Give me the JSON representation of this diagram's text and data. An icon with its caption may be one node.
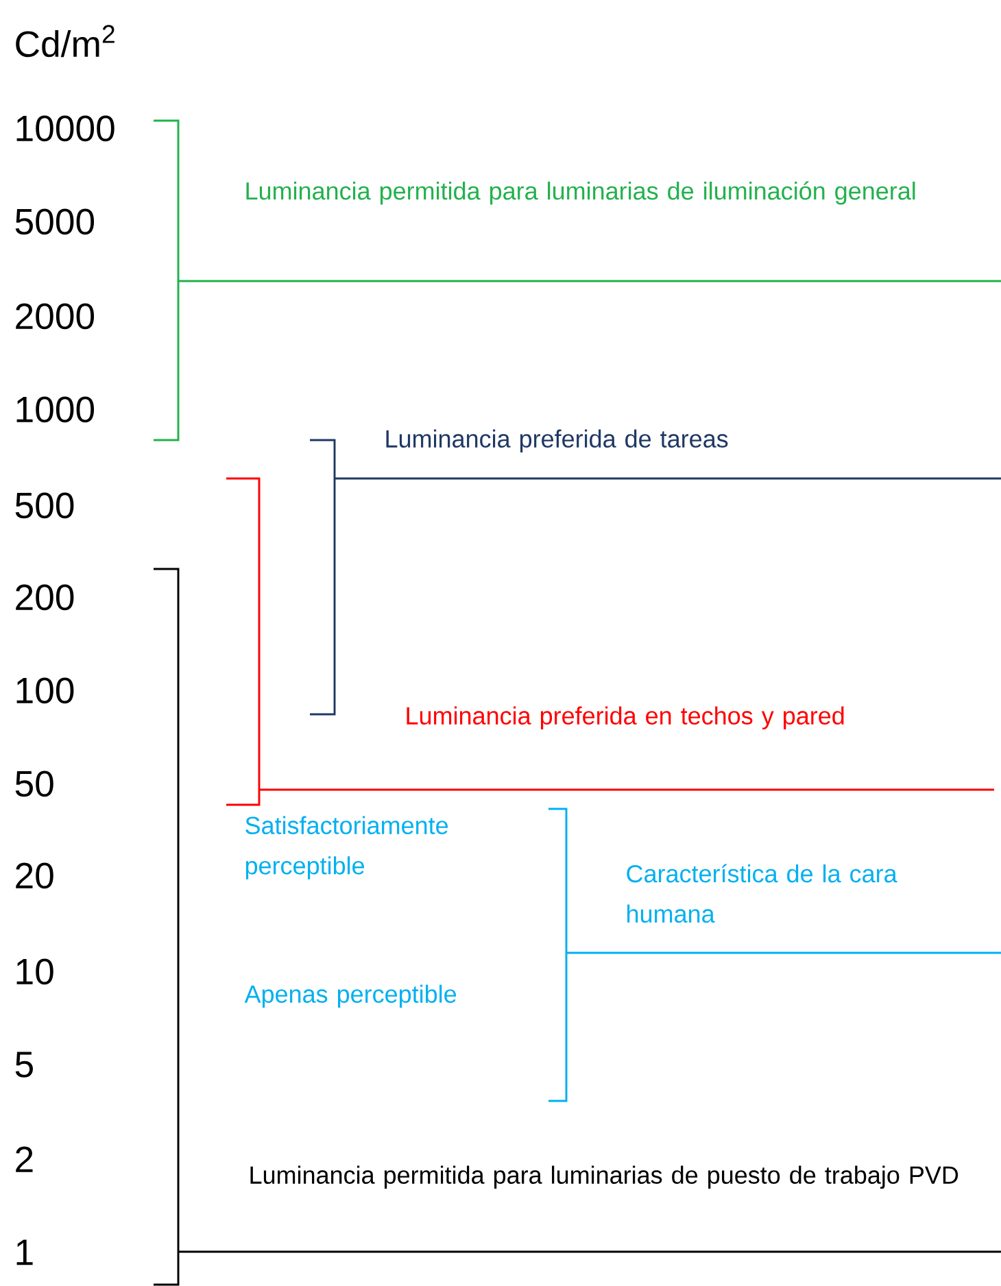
{
  "diagram": {
    "labels": [
      "Cd/m$^{2}$",
      "10000",
      "Luminancia permitida para luminarias de iluminación general",
      "5000",
      "2000",
      "1000",
      "Luminancia preferida de tareas",
      "500",
      "200",
      "100",
      "Luminancia preferida en techos y pared",
      "50",
      "Satisfactoriamente perceptible",
      "20",
      "Característica de la cara humana",
      "10",
      "Apenas perceptible",
      "5",
      "2",
      "Luminancia permitida para luminarias de puesto de trabajo PVD",
      "1"
    ]
  }
}
